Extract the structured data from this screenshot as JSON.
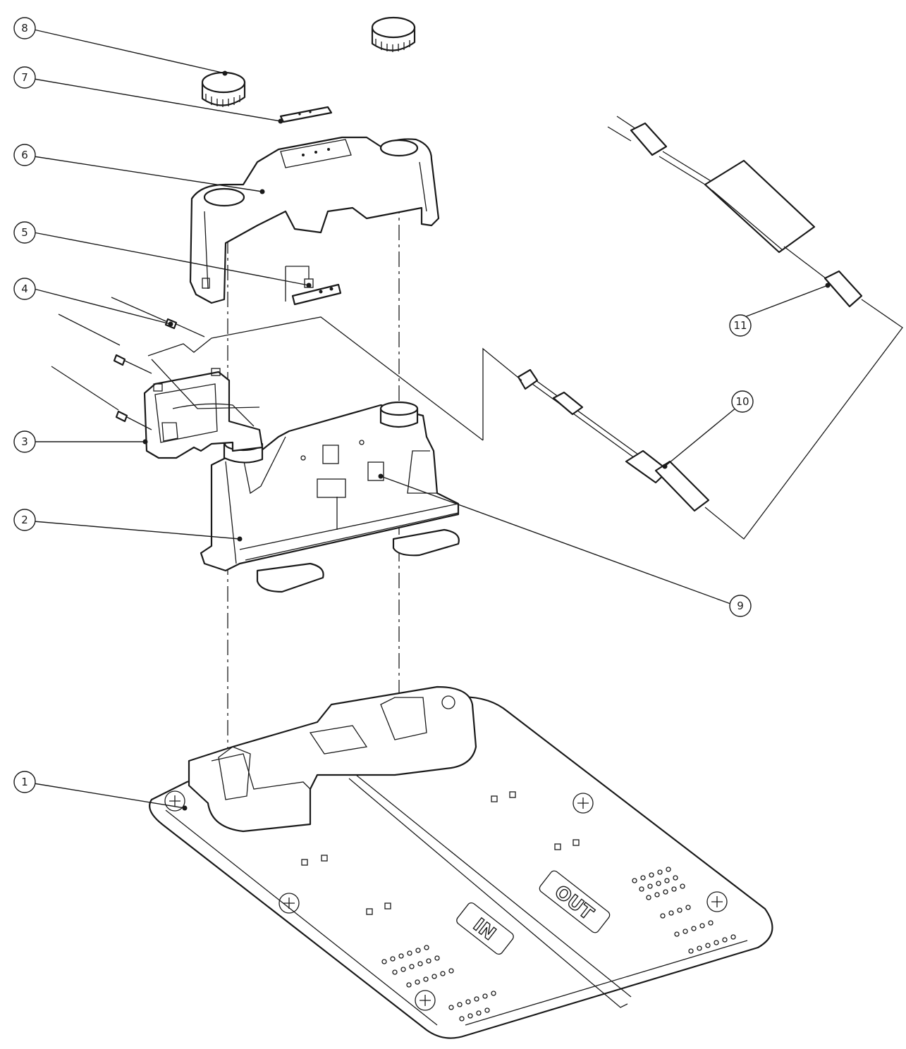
{
  "callouts": [
    {
      "id": "1",
      "label": "1"
    },
    {
      "id": "2",
      "label": "2"
    },
    {
      "id": "3",
      "label": "3"
    },
    {
      "id": "4",
      "label": "4"
    },
    {
      "id": "5",
      "label": "5"
    },
    {
      "id": "6",
      "label": "6"
    },
    {
      "id": "7",
      "label": "7"
    },
    {
      "id": "8",
      "label": "8"
    },
    {
      "id": "9",
      "label": "9"
    },
    {
      "id": "10",
      "label": "10"
    },
    {
      "id": "11",
      "label": "11"
    }
  ],
  "base_plate": {
    "in_label": "IN",
    "out_label": "OUT"
  },
  "colors": {
    "line": "#1a1a1a",
    "background": "#ffffff"
  }
}
